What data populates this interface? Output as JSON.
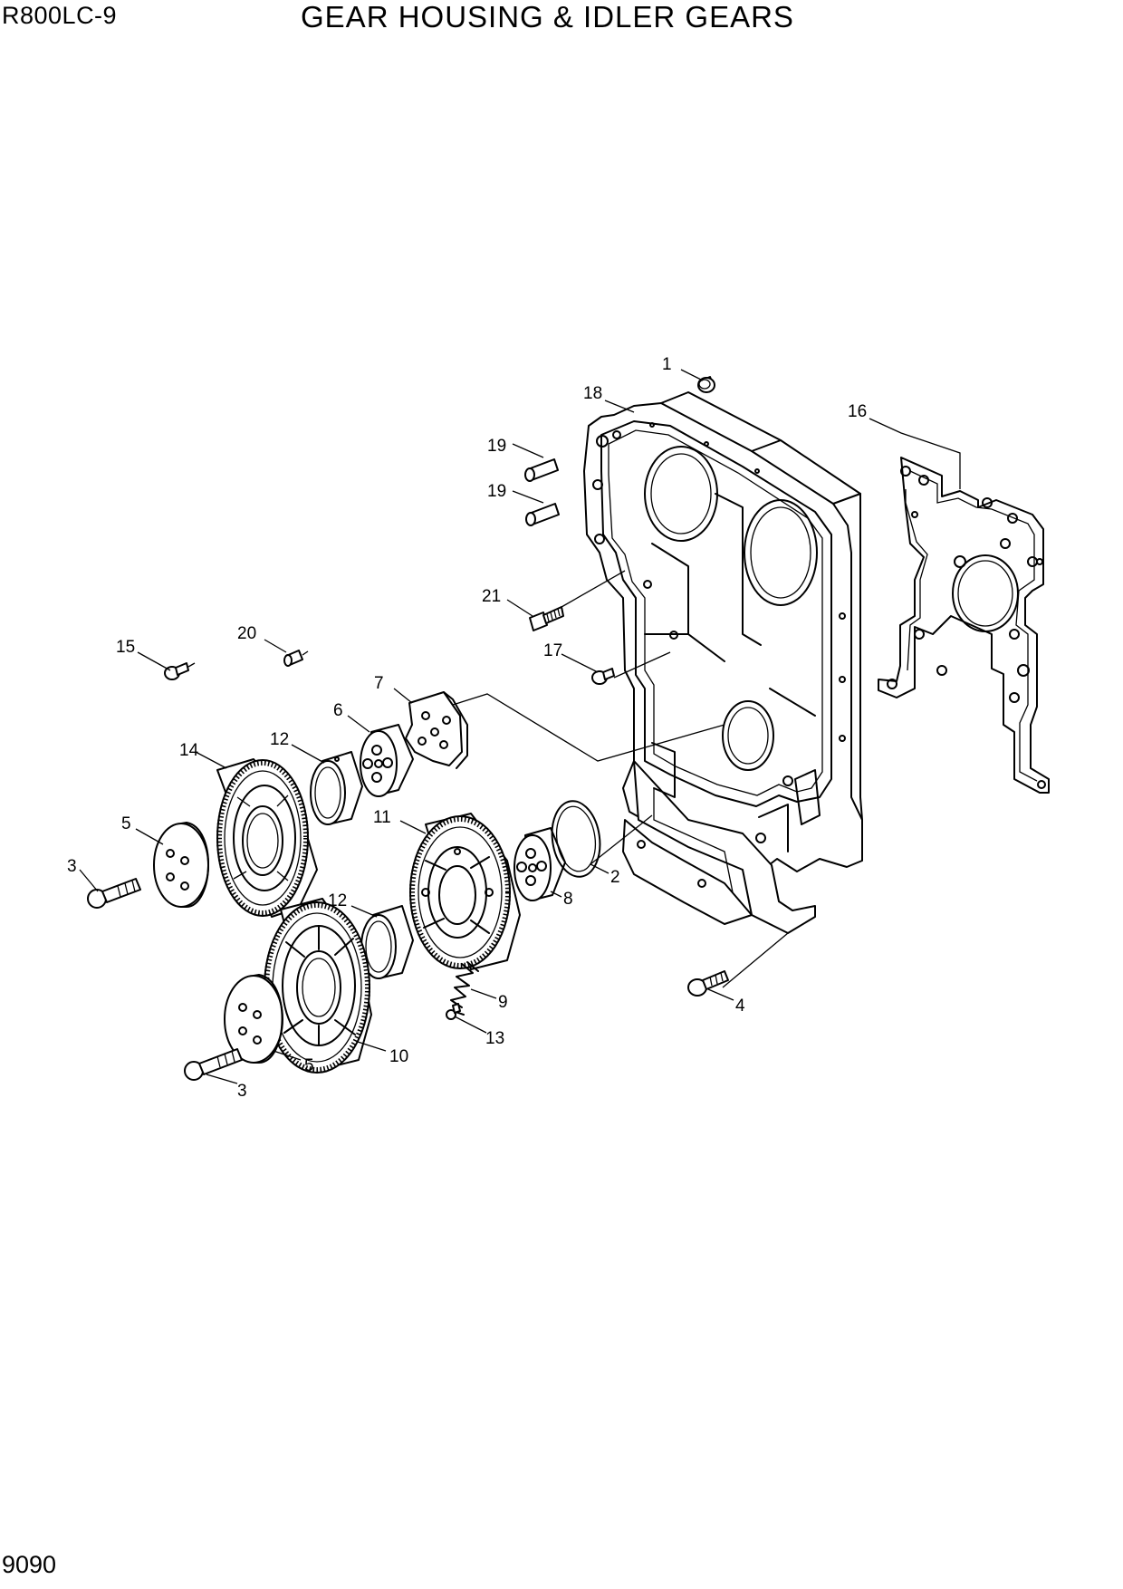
{
  "header": {
    "model": "R800LC-9",
    "title": "GEAR HOUSING & IDLER GEARS"
  },
  "footer": {
    "page_number": "9090"
  },
  "callouts": [
    {
      "id": "c1",
      "text": "1"
    },
    {
      "id": "c18",
      "text": "18"
    },
    {
      "id": "c16",
      "text": "16"
    },
    {
      "id": "c19a",
      "text": "19"
    },
    {
      "id": "c19b",
      "text": "19"
    },
    {
      "id": "c21",
      "text": "21"
    },
    {
      "id": "c20",
      "text": "20"
    },
    {
      "id": "c15",
      "text": "15"
    },
    {
      "id": "c17",
      "text": "17"
    },
    {
      "id": "c7",
      "text": "7"
    },
    {
      "id": "c6",
      "text": "6"
    },
    {
      "id": "c12a",
      "text": "12"
    },
    {
      "id": "c14",
      "text": "14"
    },
    {
      "id": "c11",
      "text": "11"
    },
    {
      "id": "c5a",
      "text": "5"
    },
    {
      "id": "c3a",
      "text": "3"
    },
    {
      "id": "c8",
      "text": "8"
    },
    {
      "id": "c2",
      "text": "2"
    },
    {
      "id": "c12b",
      "text": "12"
    },
    {
      "id": "c9",
      "text": "9"
    },
    {
      "id": "c13",
      "text": "13"
    },
    {
      "id": "c4",
      "text": "4"
    },
    {
      "id": "c10",
      "text": "10"
    },
    {
      "id": "c5b",
      "text": "5"
    },
    {
      "id": "c3b",
      "text": "3"
    }
  ]
}
